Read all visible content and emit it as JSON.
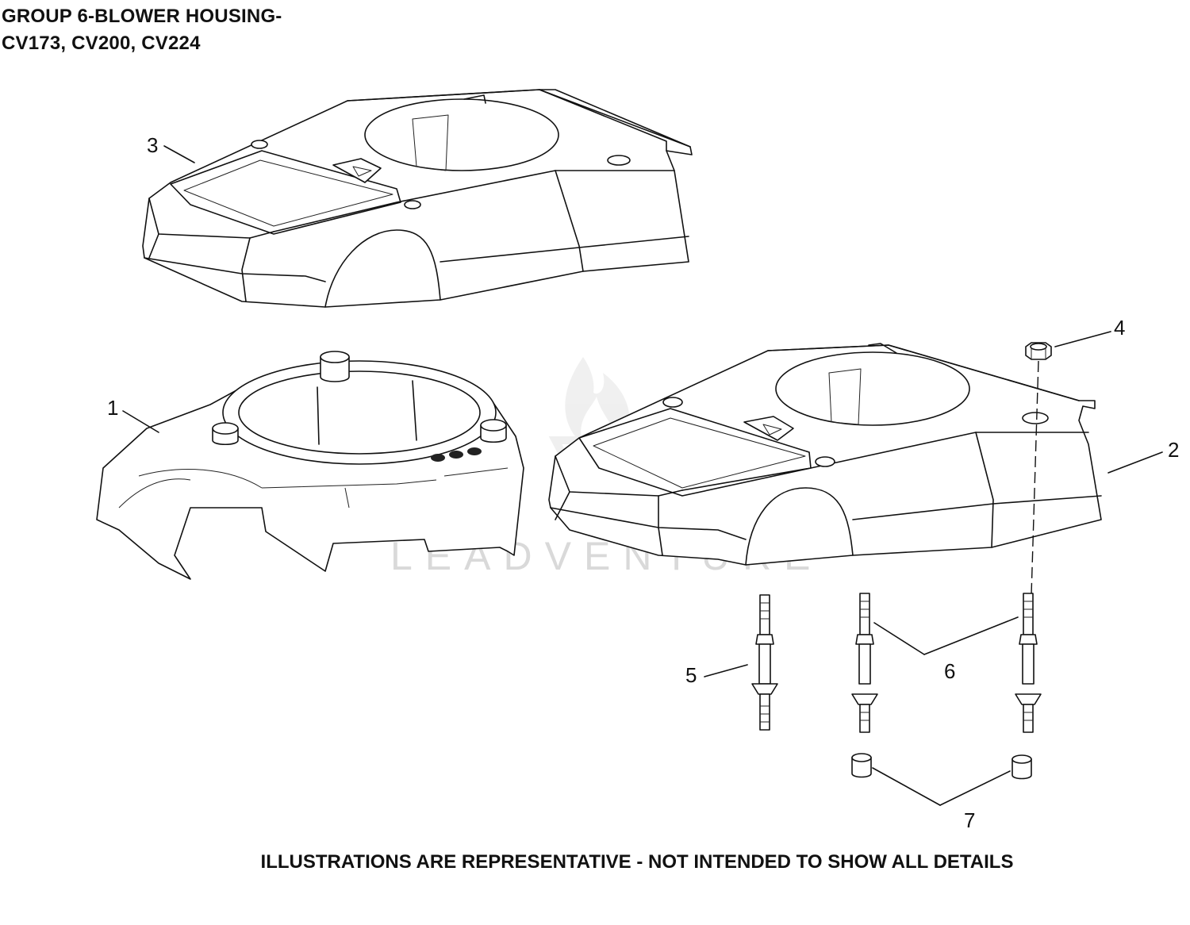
{
  "header": {
    "title_line1": "GROUP 6-BLOWER HOUSING-",
    "title_line2": "CV173, CV200, CV224"
  },
  "footer": {
    "disclaimer": "ILLUSTRATIONS ARE REPRESENTATIVE - NOT INTENDED TO SHOW ALL DETAILS"
  },
  "watermark": {
    "text": "LEADVENTURE"
  },
  "callouts": {
    "item1": "1",
    "item2": "2",
    "item3": "3",
    "item4": "4",
    "item5": "5",
    "item6": "6",
    "item7": "7"
  },
  "colors": {
    "line": "#111111",
    "watermark": "#d9d9d9",
    "background": "#ffffff"
  }
}
